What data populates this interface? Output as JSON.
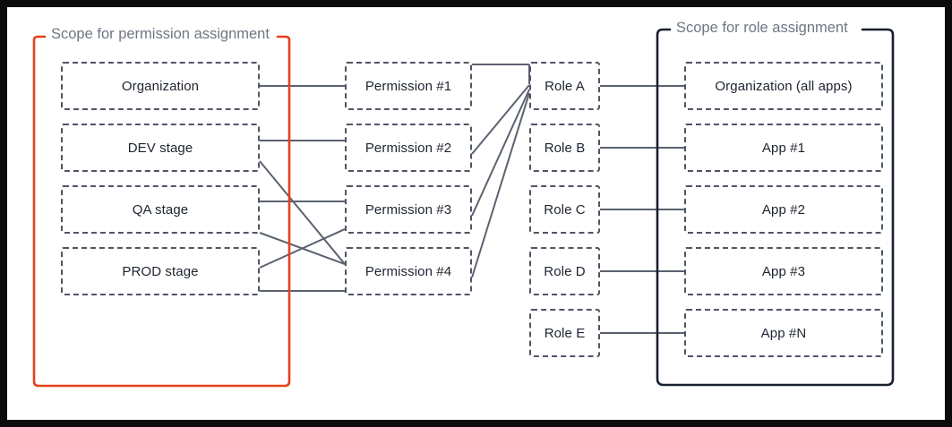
{
  "diagram": {
    "title": "Scope for permission assignment / Scope for role assignment",
    "colors": {
      "scope_permission_bracket": "#e6401a",
      "scope_role_bracket": "#18202e",
      "node_border": "#4e5564",
      "node_text": "#1d2430",
      "wire": "#5b626f",
      "label_text": "#6f7683",
      "canvas_background": "#ffffff",
      "frame_background": "#0b0b0e"
    },
    "scopes": [
      {
        "id": "scope-permission",
        "label": "Scope for permission assignment",
        "bracket_color": "#e6401a"
      },
      {
        "id": "scope-role",
        "label": "Scope for role assignment",
        "bracket_color": "#18202e"
      }
    ],
    "columns": [
      {
        "id": "scope-targets",
        "nodes": [
          {
            "id": "organization",
            "label": "Organization"
          },
          {
            "id": "dev-stage",
            "label": "DEV stage"
          },
          {
            "id": "qa-stage",
            "label": "QA stage"
          },
          {
            "id": "prod-stage",
            "label": "PROD stage"
          }
        ]
      },
      {
        "id": "permissions",
        "nodes": [
          {
            "id": "permission-1",
            "label": "Permission #1"
          },
          {
            "id": "permission-2",
            "label": "Permission #2"
          },
          {
            "id": "permission-3",
            "label": "Permission #3"
          },
          {
            "id": "permission-4",
            "label": "Permission #4"
          }
        ]
      },
      {
        "id": "roles",
        "nodes": [
          {
            "id": "role-a",
            "label": "Role A"
          },
          {
            "id": "role-b",
            "label": "Role B"
          },
          {
            "id": "role-c",
            "label": "Role C"
          },
          {
            "id": "role-d",
            "label": "Role D"
          },
          {
            "id": "role-e",
            "label": "Role E"
          }
        ]
      },
      {
        "id": "apps",
        "nodes": [
          {
            "id": "app-org",
            "label": "Organization (all apps)"
          },
          {
            "id": "app-1",
            "label": "App #1"
          },
          {
            "id": "app-2",
            "label": "App #2"
          },
          {
            "id": "app-3",
            "label": "App #3"
          },
          {
            "id": "app-n",
            "label": "App #N"
          }
        ]
      }
    ],
    "connections": [
      {
        "from": "organization",
        "to": "permission-1"
      },
      {
        "from": "dev-stage",
        "to": "permission-2"
      },
      {
        "from": "dev-stage",
        "to": "permission-4"
      },
      {
        "from": "qa-stage",
        "to": "permission-3"
      },
      {
        "from": "qa-stage",
        "to": "permission-4"
      },
      {
        "from": "prod-stage",
        "to": "permission-3"
      },
      {
        "from": "prod-stage",
        "to": "permission-4"
      },
      {
        "from": "permission-1",
        "to": "role-a"
      },
      {
        "from": "permission-2",
        "to": "role-a"
      },
      {
        "from": "permission-3",
        "to": "role-a"
      },
      {
        "from": "permission-4",
        "to": "role-a"
      },
      {
        "from": "role-a",
        "to": "app-org"
      },
      {
        "from": "role-b",
        "to": "app-1"
      },
      {
        "from": "role-c",
        "to": "app-2"
      },
      {
        "from": "role-d",
        "to": "app-3"
      },
      {
        "from": "role-e",
        "to": "app-n"
      }
    ]
  }
}
